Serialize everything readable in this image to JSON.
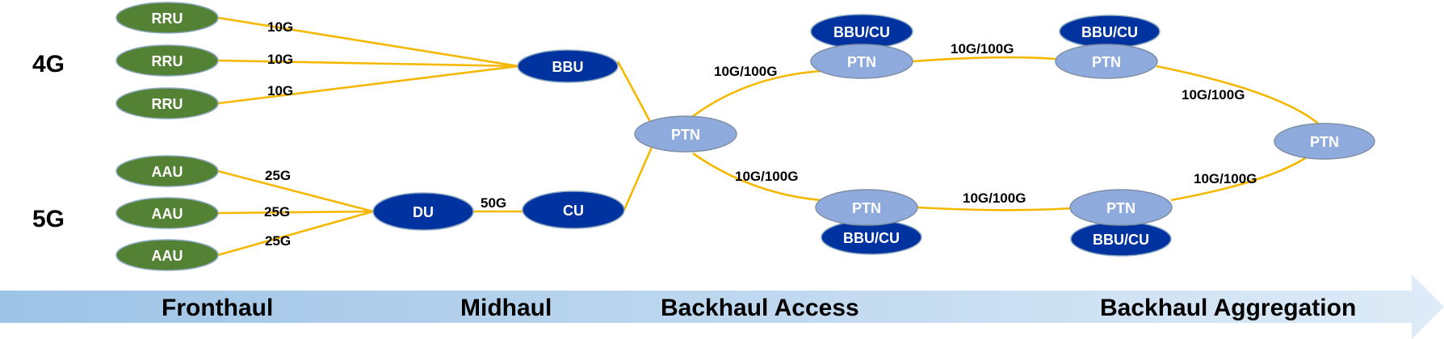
{
  "generations": {
    "g4": "4G",
    "g5": "5G"
  },
  "segments": {
    "fronthaul": "Fronthaul",
    "midhaul": "Midhaul",
    "backhaul_access": "Backhaul Access",
    "backhaul_aggregation": "Backhaul Aggregation"
  },
  "nodes": {
    "rru1": "RRU",
    "rru2": "RRU",
    "rru3": "RRU",
    "aau1": "AAU",
    "aau2": "AAU",
    "aau3": "AAU",
    "bbu": "BBU",
    "du": "DU",
    "cu": "CU",
    "ptn_access": "PTN",
    "ptn_top1": "PTN",
    "ptn_top2": "PTN",
    "ptn_right": "PTN",
    "ptn_bot1": "PTN",
    "ptn_bot2": "PTN",
    "bbucu_top1": "BBU/CU",
    "bbucu_top2": "BBU/CU",
    "bbucu_bot1": "BBU/CU",
    "bbucu_bot2": "BBU/CU"
  },
  "links": {
    "rru1_bbu": "10G",
    "rru2_bbu": "10G",
    "rru3_bbu": "10G",
    "aau1_du": "25G",
    "aau2_du": "25G",
    "aau3_du": "25G",
    "du_cu": "50G",
    "ptn_to_top": "10G/100G",
    "ptn_to_bot": "10G/100G",
    "top1_top2": "10G/100G",
    "top2_right": "10G/100G",
    "bot1_bot2": "10G/100G",
    "bot2_right": "10G/100G"
  },
  "colors": {
    "link": "#F5B800",
    "green_node": "#548235",
    "dark_blue_node": "#0033A0",
    "light_blue_node": "#8FAADC",
    "arrow_start": "#BDD7EE",
    "arrow_end": "#DEEBF7"
  }
}
